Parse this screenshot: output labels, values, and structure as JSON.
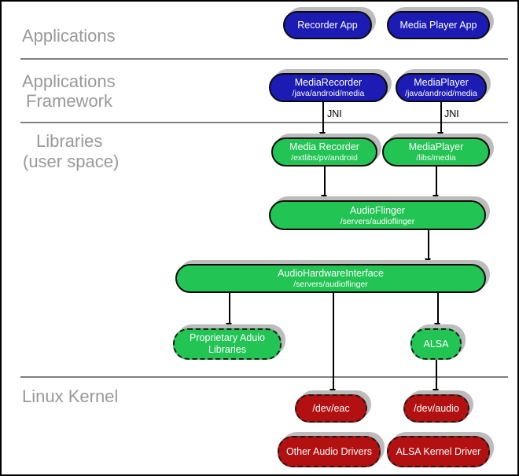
{
  "sections": {
    "applications": "Applications",
    "framework_line1": "Applications",
    "framework_line2": "Framework",
    "libraries_line1": "Libraries",
    "libraries_line2": "(user space)",
    "linux_kernel": "Linux Kernel"
  },
  "labels": {
    "jni": "JNI"
  },
  "nodes": {
    "recorder_app": {
      "title": "Recorder App"
    },
    "media_player_app": {
      "title": "Media Player App"
    },
    "media_recorder_fw": {
      "title": "MediaRecorder",
      "subtitle": "/java/android/media"
    },
    "media_player_fw": {
      "title": "MediaPlayer",
      "subtitle": "/java/android/media"
    },
    "media_recorder_lib": {
      "title": "Media Recorder",
      "subtitle": "/extlibs/pv/android"
    },
    "media_player_lib": {
      "title": "MediaPlayer",
      "subtitle": "/libs/media"
    },
    "audio_flinger": {
      "title": "AudioFlinger",
      "subtitle": "/servers/audioflinger"
    },
    "audio_hardware_interface": {
      "title": "AudioHardwareInterface",
      "subtitle": "/servers/audioflinger"
    },
    "proprietary_audio_libraries": {
      "title": "Proprietary Aduio",
      "title2": "Libraries"
    },
    "alsa": {
      "title": "ALSA"
    },
    "dev_eac": {
      "title": "/dev/eac"
    },
    "dev_audio": {
      "title": "/dev/audio"
    },
    "other_audio_drivers": {
      "title": "Other Audio Drivers"
    },
    "alsa_kernel_driver": {
      "title": "ALSA Kernel Driver"
    }
  },
  "colors": {
    "blue": "#1c1cb4",
    "green": "#22c453",
    "red": "#b31111",
    "shadow": "#bcbcbc",
    "divider": "#7f7f7f",
    "section_text": "#999999"
  }
}
